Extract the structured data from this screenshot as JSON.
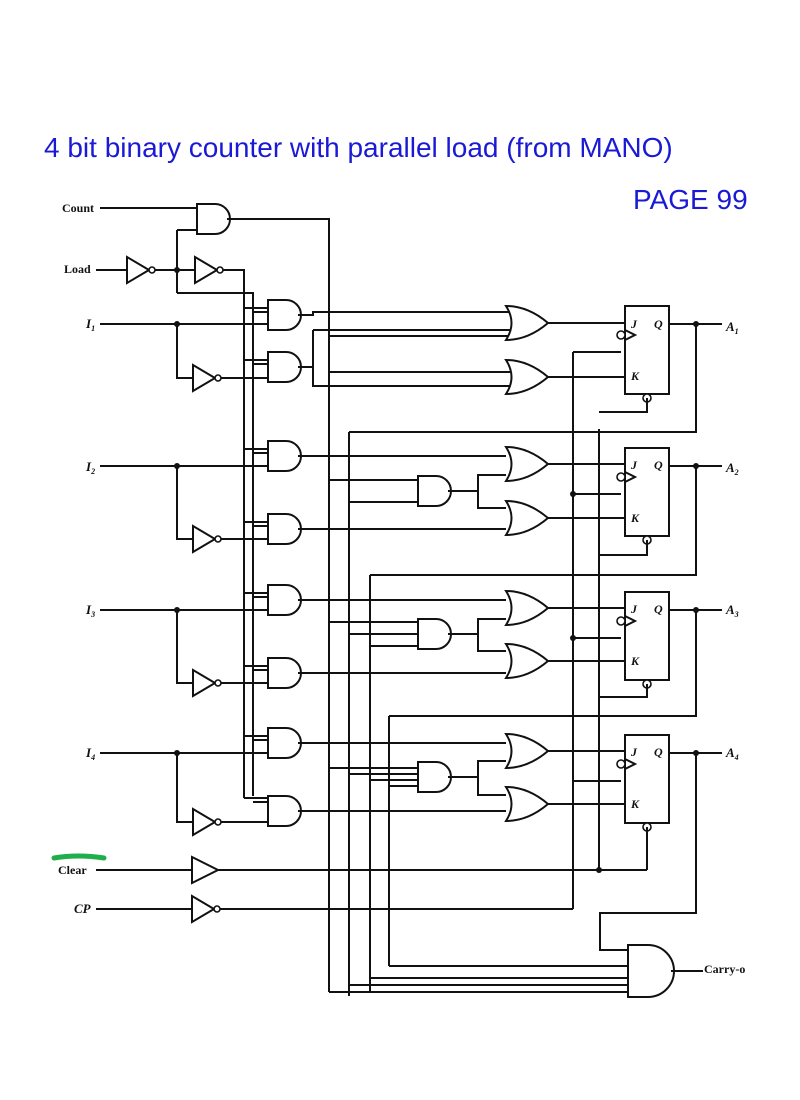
{
  "title": "4 bit binary counter with parallel load (from MANO)",
  "page_ref": "PAGE 99",
  "inputs": {
    "count": "Count",
    "load": "Load",
    "i1": "I",
    "i1_sub": "1",
    "i2": "I",
    "i2_sub": "2",
    "i3": "I",
    "i3_sub": "3",
    "i4": "I",
    "i4_sub": "4",
    "clear": "Clear",
    "cp": "CP"
  },
  "outputs": {
    "a1": "A",
    "a1_sub": "1",
    "a2": "A",
    "a2_sub": "2",
    "a3": "A",
    "a3_sub": "3",
    "a4": "A",
    "a4_sub": "4",
    "carry": "Carry-o"
  },
  "flipflop": {
    "j": "J",
    "k": "K",
    "q": "Q"
  },
  "colors": {
    "title": "#1a1ad6",
    "ink": "#111111",
    "highlight": "#1fae4a"
  }
}
